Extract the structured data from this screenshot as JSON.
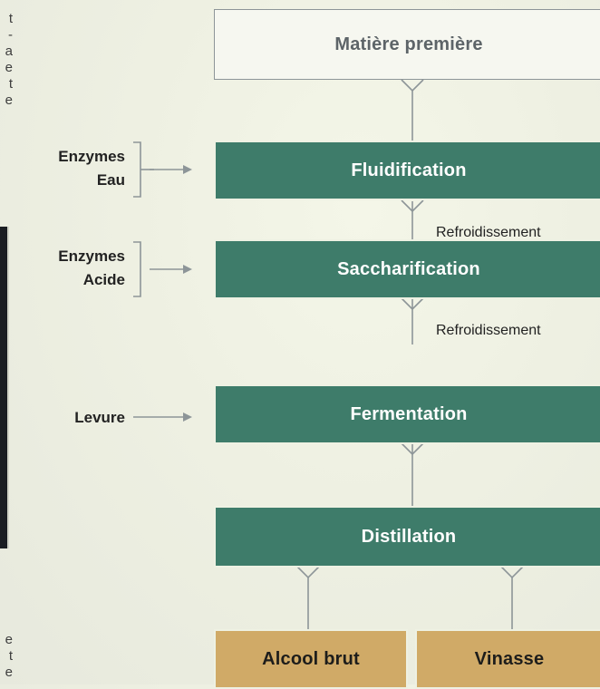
{
  "left_fragment": {
    "top_letters": [
      "t",
      "-",
      "a",
      "e",
      "t",
      "e"
    ],
    "bottom_letters": [
      "e",
      "t",
      "e"
    ]
  },
  "diagram": {
    "raw_material": "Matière première",
    "steps": [
      "Fluidification",
      "Saccharification",
      "Fermentation",
      "Distillation"
    ],
    "cooling_labels": [
      "Refroidissement",
      "Refroidissement"
    ],
    "inputs": {
      "fluidification": [
        "Enzymes",
        "Eau"
      ],
      "saccharification": [
        "Enzymes",
        "Acide"
      ],
      "fermentation": "Levure"
    },
    "outputs": [
      "Alcool brut",
      "Vinasse"
    ]
  },
  "colors": {
    "step_green": "#3e7c6a",
    "output_gold": "#d0aa67",
    "line_grey": "#8d9598"
  }
}
